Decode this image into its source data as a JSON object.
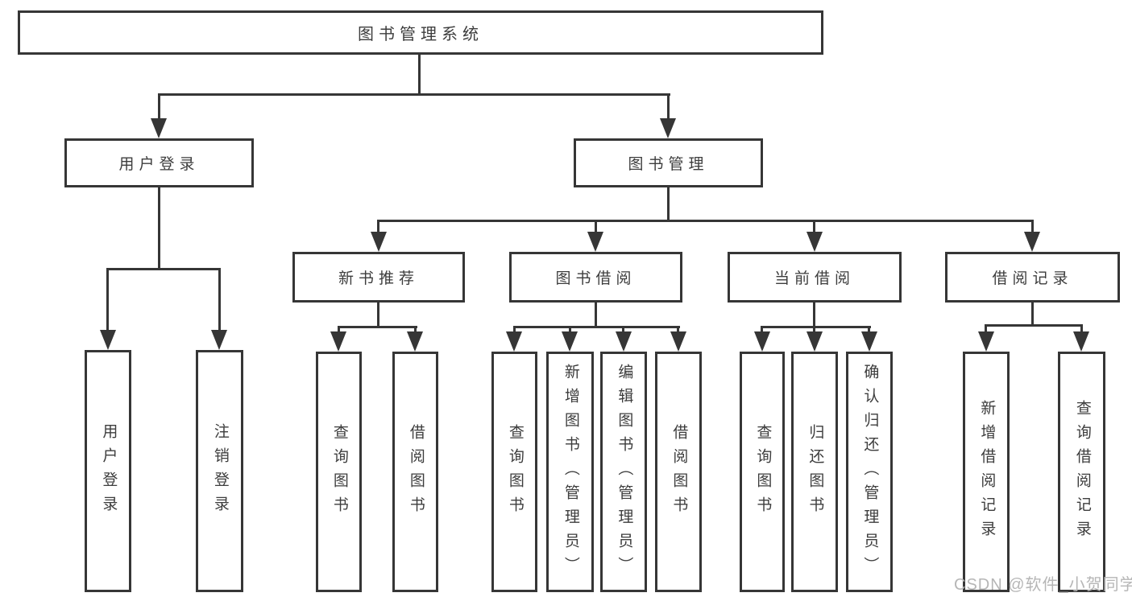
{
  "tree": {
    "root": {
      "label": "图书管理系统"
    },
    "branches": [
      {
        "label": "用户登录",
        "children": [
          {
            "label": "用户登录"
          },
          {
            "label": "注销登录"
          }
        ]
      },
      {
        "label": "图书管理",
        "sections": [
          {
            "label": "新书推荐",
            "children": [
              {
                "label": "查询图书"
              },
              {
                "label": "借阅图书"
              }
            ]
          },
          {
            "label": "图书借阅",
            "children": [
              {
                "label": "查询图书"
              },
              {
                "label": "新增图书（管理员）"
              },
              {
                "label": "编辑图书（管理员）"
              },
              {
                "label": "借阅图书"
              }
            ]
          },
          {
            "label": "当前借阅",
            "children": [
              {
                "label": "查询图书"
              },
              {
                "label": "归还图书"
              },
              {
                "label": "确认归还（管理员）"
              }
            ]
          },
          {
            "label": "借阅记录",
            "children": [
              {
                "label": "新增借阅记录"
              },
              {
                "label": "查询借阅记录"
              }
            ]
          }
        ]
      }
    ]
  },
  "watermark": {
    "text": "CSDN @软件_小贺同学"
  },
  "colors": {
    "line": "#363636",
    "text": "#3d3d3d",
    "box_background": "#ffffff",
    "page_background": "#ffffff",
    "watermark": "#b6b6b6"
  }
}
